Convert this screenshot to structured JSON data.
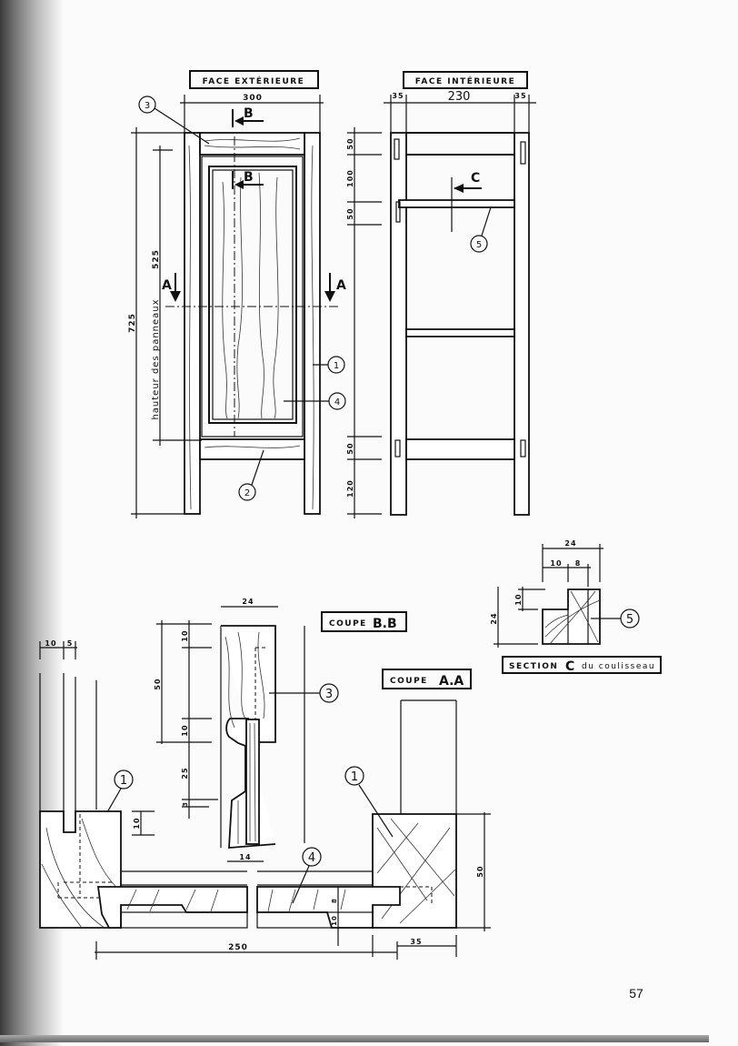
{
  "views": {
    "exterior": {
      "title": "FACE EXTÉRIEURE",
      "width_dim": "300",
      "height_dim": "725",
      "panel_height_dim": "525",
      "panel_height_label": "hauteur des panneaux",
      "section_b": "B",
      "section_a": "A"
    },
    "interior": {
      "title": "FACE INTÉRIEURE",
      "dims_top": [
        "35",
        "230",
        "35"
      ],
      "dims_left": [
        "50",
        "100",
        "50",
        "50",
        "120"
      ],
      "section_c": "C"
    },
    "section_c": {
      "title_prefix": "SECTION",
      "title_letter": "C",
      "title_suffix": "du coulisseau",
      "dims": [
        "24",
        "10",
        "8",
        "10",
        "24"
      ]
    },
    "coupe_bb": {
      "title": "COUPE",
      "letter": "B.B",
      "dims": [
        "24",
        "10",
        "50",
        "10",
        "25",
        "3",
        "14"
      ]
    },
    "coupe_aa": {
      "title": "COUPE",
      "letter": "A.A",
      "dims": [
        "10",
        "5",
        "10",
        "50",
        "8",
        "10",
        "250",
        "35"
      ]
    }
  },
  "callouts": [
    "1",
    "2",
    "3",
    "4",
    "5"
  ],
  "page_number": "57"
}
